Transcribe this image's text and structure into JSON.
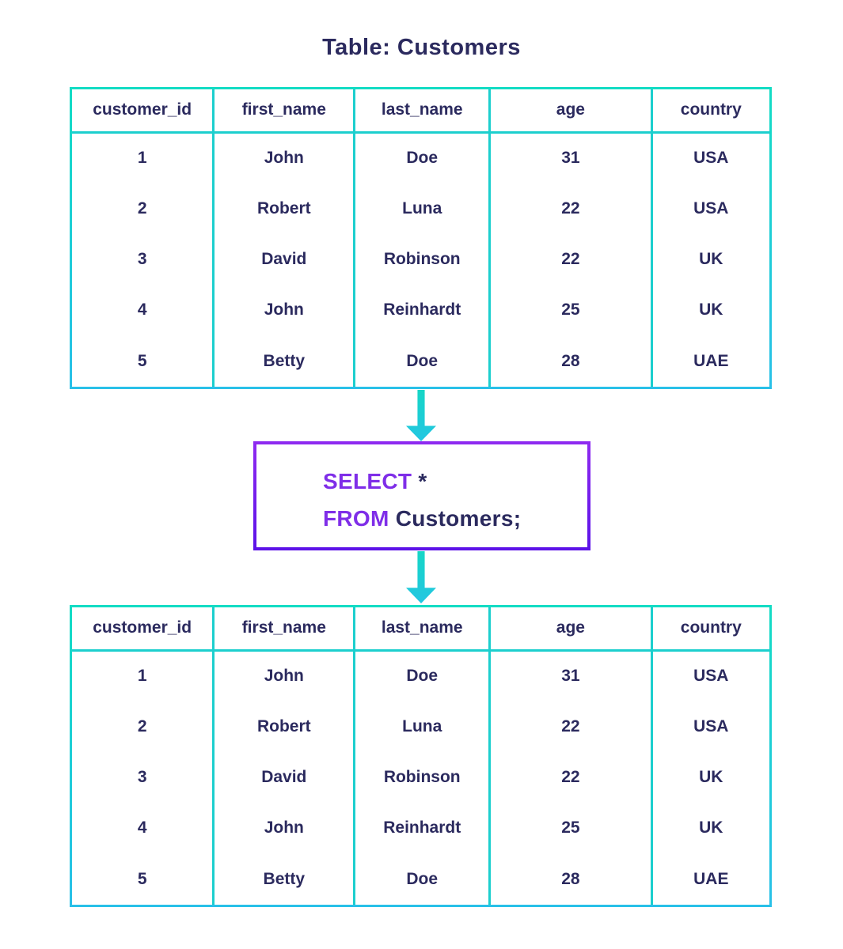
{
  "diagram_title": "Table: Customers",
  "query": {
    "select_keyword": "SELECT",
    "select_argument": "*",
    "from_keyword": "FROM",
    "from_argument": "Customers;"
  },
  "source_table": {
    "columns": [
      "customer_id",
      "first_name",
      "last_name",
      "age",
      "country"
    ],
    "rows": [
      [
        "1",
        "John",
        "Doe",
        "31",
        "USA"
      ],
      [
        "2",
        "Robert",
        "Luna",
        "22",
        "USA"
      ],
      [
        "3",
        "David",
        "Robinson",
        "22",
        "UK"
      ],
      [
        "4",
        "John",
        "Reinhardt",
        "25",
        "UK"
      ],
      [
        "5",
        "Betty",
        "Doe",
        "28",
        "UAE"
      ]
    ]
  },
  "result_table": {
    "columns": [
      "customer_id",
      "first_name",
      "last_name",
      "age",
      "country"
    ],
    "rows": [
      [
        "1",
        "John",
        "Doe",
        "31",
        "USA"
      ],
      [
        "2",
        "Robert",
        "Luna",
        "22",
        "USA"
      ],
      [
        "3",
        "David",
        "Robinson",
        "22",
        "UK"
      ],
      [
        "4",
        "John",
        "Reinhardt",
        "25",
        "UK"
      ],
      [
        "5",
        "Betty",
        "Doe",
        "28",
        "UAE"
      ]
    ]
  },
  "colors": {
    "background": "#FFFFFF",
    "text_navy": "#2B2A5E",
    "keyword_purple": "#7F2EE8",
    "table_border_start": "#13DCC4",
    "table_border_end": "#29C0E8",
    "divider": "#1CCFCE",
    "arrow_start": "#16D6C6",
    "arrow_end": "#23C6E2",
    "box_border_start": "#8F2AF0",
    "box_border_end": "#5B12E8"
  }
}
